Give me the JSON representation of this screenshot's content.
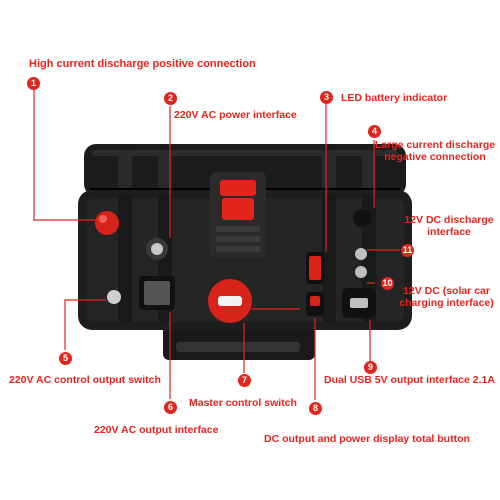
{
  "callouts": [
    {
      "num": "1",
      "text": "High current discharge positive connection"
    },
    {
      "num": "2",
      "text": "220V AC power interface"
    },
    {
      "num": "3",
      "text": "LED battery indicator"
    },
    {
      "num": "4",
      "text": "Large current discharge negative connection"
    },
    {
      "num": "5",
      "text": "220V AC control output switch"
    },
    {
      "num": "6",
      "text": "220V AC output interface"
    },
    {
      "num": "7",
      "text": "Master control switch"
    },
    {
      "num": "8",
      "text": "DC output and power display total button"
    },
    {
      "num": "9",
      "text": "Dual USB 5V output interface 2.1A"
    },
    {
      "num": "10",
      "text": "12V DC (solar car charging interface)"
    },
    {
      "num": "11",
      "text": "12V DC discharge interface"
    }
  ],
  "colors": {
    "accent": "#e2241b",
    "case": "#1b1b1b",
    "knob": "#d8231a"
  }
}
